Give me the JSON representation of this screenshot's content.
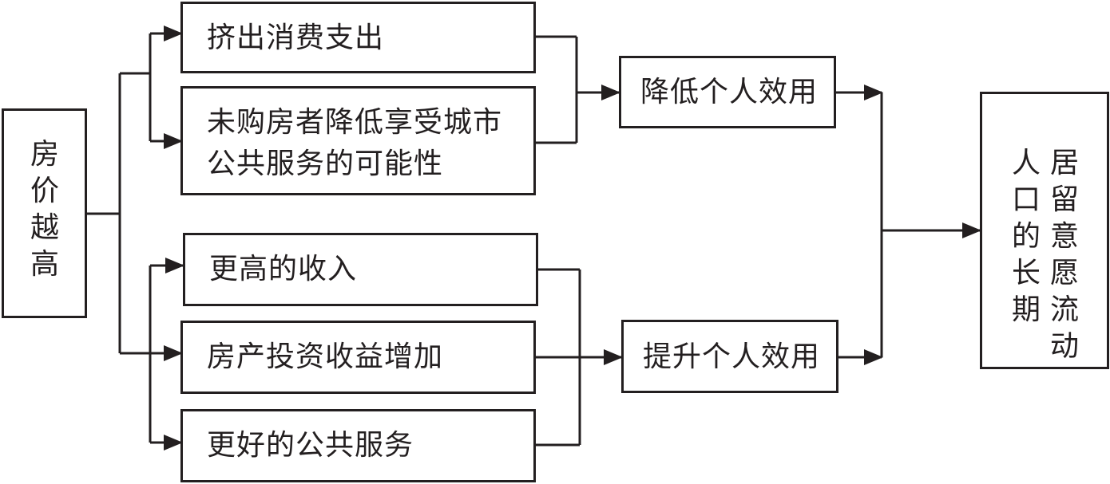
{
  "root": {
    "chars": [
      "房",
      "价",
      "越",
      "高"
    ]
  },
  "branch_top": {
    "items": [
      {
        "lines": [
          "挤出消费支出"
        ]
      },
      {
        "lines": [
          "未购房者降低享受城市",
          "公共服务的可能性"
        ]
      }
    ],
    "result": "降低个人效用"
  },
  "branch_bottom": {
    "items": [
      {
        "lines": [
          "更高的收入"
        ]
      },
      {
        "lines": [
          "房产投资收益增加"
        ]
      },
      {
        "lines": [
          "更好的公共服务"
        ]
      }
    ],
    "result": "提升个人效用"
  },
  "outcome": {
    "columns": [
      [
        "居",
        "留",
        "意",
        "愿",
        "流",
        "动"
      ],
      [
        "人",
        "口",
        "的",
        "长",
        "期"
      ]
    ]
  }
}
